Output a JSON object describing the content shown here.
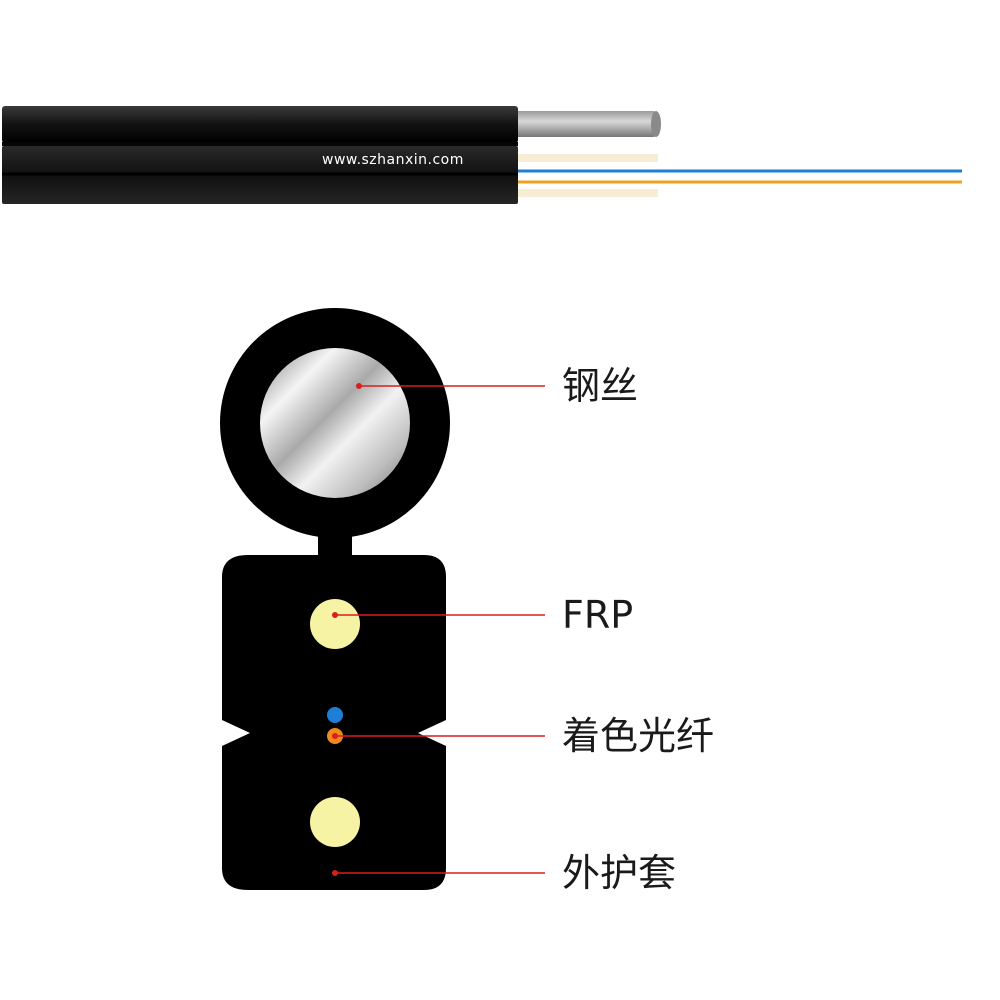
{
  "website_text": "www.szhanxin.com",
  "labels": {
    "steel_wire": "钢丝",
    "frp": "FRP",
    "colored_fiber": "着色光纤",
    "outer_sheath": "外护套"
  },
  "colors": {
    "sheath": "#000000",
    "frp": "#f7f3a4",
    "fiber_blue": "#1e7fd6",
    "fiber_orange": "#f08a1c",
    "leader": "#d91e1e",
    "label_text": "#1a1a1a"
  }
}
